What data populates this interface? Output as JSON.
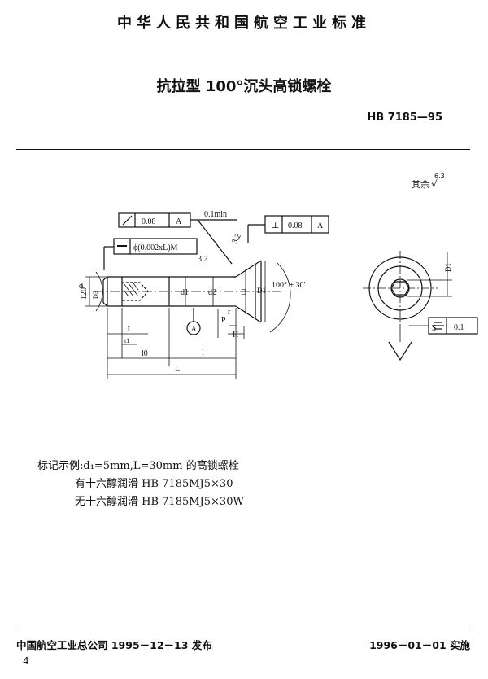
{
  "header": {
    "standard_name": "中华人民共和国航空工业标准",
    "doc_title": "抗拉型 100°沉头高锁螺栓",
    "doc_code": "HB 7185—95"
  },
  "roughness": {
    "prefix": "其余",
    "value": "6.3"
  },
  "drawing": {
    "frame_runout": {
      "tolerance": "0.08",
      "datum": "A"
    },
    "frame_perp": {
      "symbol": "⊥",
      "tolerance": "0.08",
      "datum": "A"
    },
    "frame_straight": {
      "tolerance": "ϕ(0.002xL)M"
    },
    "frame_sym": {
      "label": "S",
      "tolerance": "0.1"
    },
    "labels": {
      "min_gap": "0.1min",
      "rough_a": "3.2",
      "rough_b": "3.2",
      "angle_head": "100° ± 30′",
      "angle_chamfer": "120°",
      "datum_circle": "A",
      "d": "d",
      "d3": "D3",
      "d1": "d1",
      "d2": "d2",
      "D": "D",
      "D1": "D1",
      "t": "t",
      "t1": "t1",
      "r": "r",
      "P": "P",
      "H": "H",
      "l0": "l0",
      "l": "l",
      "L": "L",
      "side_D1": "D1"
    }
  },
  "example": {
    "line1": "标记示例:d₁=5mm,L=30mm 的高锁螺栓",
    "line2": "有十六醇润滑 HB 7185MJ5×30",
    "line3": "无十六醇润滑 HB 7185MJ5×30W"
  },
  "footer": {
    "issued": "中国航空工业总公司 1995－12－13 发布",
    "effective": "1996－01－01 实施",
    "page": "4"
  }
}
